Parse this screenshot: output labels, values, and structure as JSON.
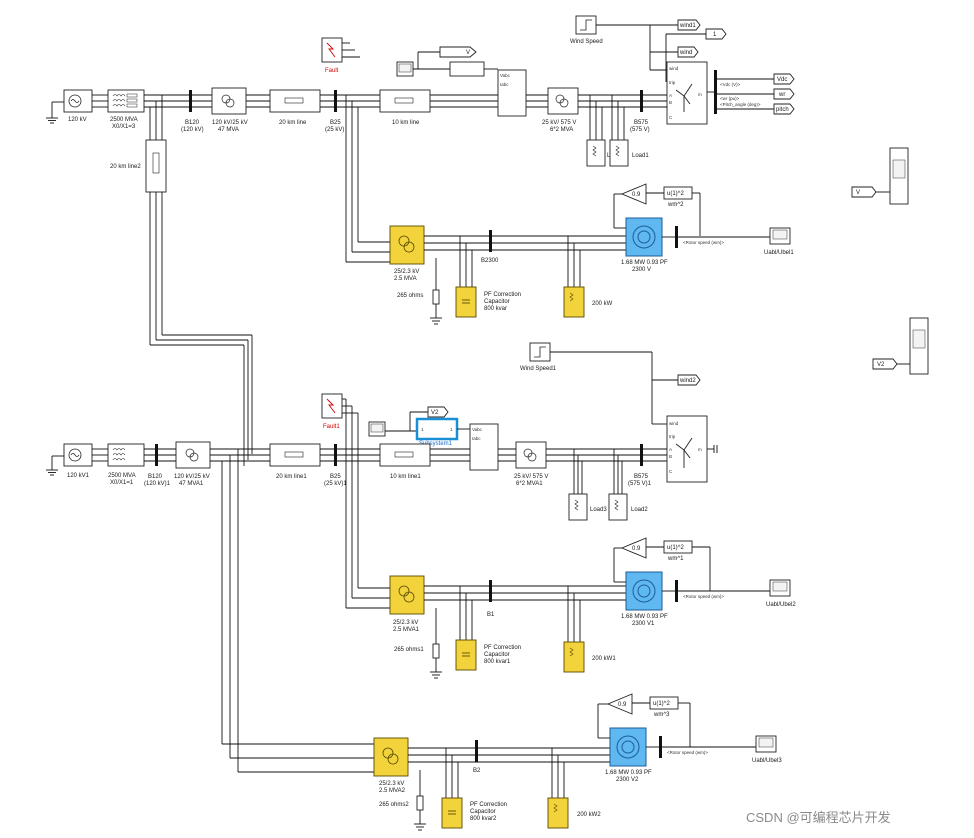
{
  "diagram": {
    "sources": [
      {
        "id": "src1",
        "label": "120 kV"
      },
      {
        "id": "src2",
        "label": "120 kV1"
      }
    ],
    "grid_impedances": [
      {
        "id": "z1",
        "line1": "2500 MVA",
        "line2": "X0/X1=3"
      },
      {
        "id": "z2",
        "line1": "2500 MVA",
        "line2": "X0/X1=1"
      }
    ],
    "buses": {
      "b120": {
        "l1": "B120",
        "l2": "(120 kV)"
      },
      "b120_1": {
        "l1": "B120",
        "l2": "(120 kV)1"
      },
      "b25": {
        "l1": "B25",
        "l2": "(25 kV)"
      },
      "b25_1": {
        "l1": "B25",
        "l2": "(25 kV)1"
      },
      "b575": {
        "l1": "B575",
        "l2": "(575 V)"
      },
      "b575_1": {
        "l1": "B575",
        "l2": "(575 V)1"
      },
      "b2300": "B2300",
      "b1": "B1",
      "b2": "B2"
    },
    "transformers": {
      "t120_1": {
        "l1": "120 kV/25 kV",
        "l2": "47 MVA"
      },
      "t120_2": {
        "l1": "120 kV/25 kV",
        "l2": "47 MVA1"
      },
      "t25_1": {
        "l1": "25 kV/ 575 V",
        "l2": "6*2 MVA"
      },
      "t25_2": {
        "l1": "25 kV/ 575 V",
        "l2": "6*2 MVA1"
      },
      "t23_1": {
        "l1": "25/2.3 kV",
        "l2": "2.5 MVA"
      },
      "t23_2": {
        "l1": "25/2.3 kV",
        "l2": "2.5 MVA1"
      },
      "t23_3": {
        "l1": "25/2.3 kV",
        "l2": "2.5 MVA2"
      }
    },
    "lines": {
      "l20": "20 km line",
      "l20_1": "20 km line1",
      "l20_2": "20 km line2",
      "l10": "10 km line",
      "l10_1": "10 km line1"
    },
    "faults": {
      "f1": "Fault",
      "f2": "Fault1"
    },
    "wind": {
      "ws1": "Wind Speed",
      "ws2": "Wind Speed1",
      "tag_wind1": "wind1",
      "tag_wind": "wind",
      "tag_wind2": "wind2",
      "const1": "1"
    },
    "turbine_ports": {
      "wind": "wind",
      "trip": "trip",
      "a": "A",
      "b": "B",
      "c": "C",
      "m": "m"
    },
    "signals": {
      "vdc": "<Vdc (V)>",
      "wr": "<wr (pu)>",
      "pitch": "<Pitch_angle (deg)>",
      "goto_vdc": "Vdc",
      "goto_wr": "wr",
      "goto_pitch": "pitch",
      "v": "V",
      "v2": "V2",
      "rotor": "<Rotor speed (wm)>"
    },
    "measurement": {
      "vabc": "Vabc",
      "iabc": "Iabc",
      "subsystem": "Subsystem1"
    },
    "loads": {
      "load1": "Load1",
      "load2": "Load2",
      "load3": "Load3",
      "load_a": "Load"
    },
    "machines": [
      {
        "l1": "1.68 MW 0.93 PF",
        "l2": "2300 V"
      },
      {
        "l1": "1.68 MW 0.93 PF",
        "l2": "2300 V1"
      },
      {
        "l1": "1.68 MW 0.93 PF",
        "l2": "2300 V2"
      }
    ],
    "gains": [
      "0.9",
      "0.9",
      "0.9"
    ],
    "fcn": [
      {
        "expr": "u(1)^2",
        "name": "wm^2"
      },
      {
        "expr": "u(1)^2",
        "name": "wm^1"
      },
      {
        "expr": "u(1)^2",
        "name": "wm^3"
      }
    ],
    "scopes": [
      "Uabl/Ubel1",
      "Uabl/Ubel2",
      "Uabl/Ubel3"
    ],
    "grounding": [
      "265 ohms",
      "265 ohms1",
      "265 ohms2"
    ],
    "capacitors": [
      {
        "l1": "PF Correction",
        "l2": "Capacitor",
        "l3": "800 kvar"
      },
      {
        "l1": "PF Correction",
        "l2": "Capacitor",
        "l3": "800 kvar1"
      },
      {
        "l1": "PF Correction",
        "l2": "Capacitor",
        "l3": "800 kvar2"
      }
    ],
    "aux_loads": [
      "200 kW",
      "200 kW1",
      "200 kW2"
    ],
    "watermark": "CSDN @可编程芯片开发"
  }
}
